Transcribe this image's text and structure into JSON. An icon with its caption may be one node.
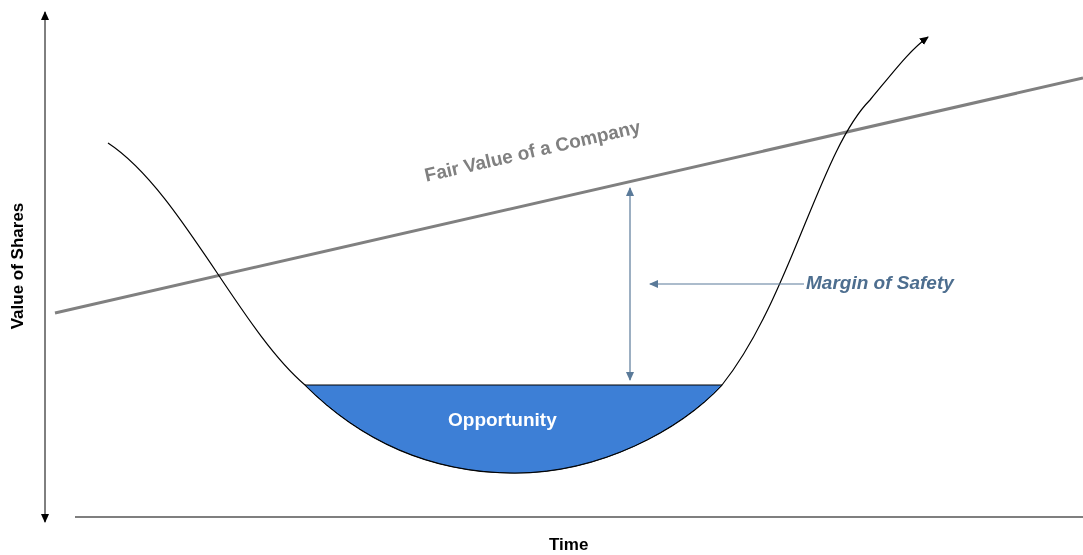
{
  "diagram": {
    "nodes": [
      {
        "text": [
          "Opportunity"
        ]
      },
      {
        "text": [
          "Margin of Safety"
        ]
      },
      {
        "text": [],
        "shape": "arrow"
      }
    ],
    "edges": [
      {
        "from": 1,
        "to": 2,
        "arrow": "to"
      }
    ],
    "labels": [
      "Fair Value of a Company",
      "Value of Shares",
      "Time"
    ]
  }
}
